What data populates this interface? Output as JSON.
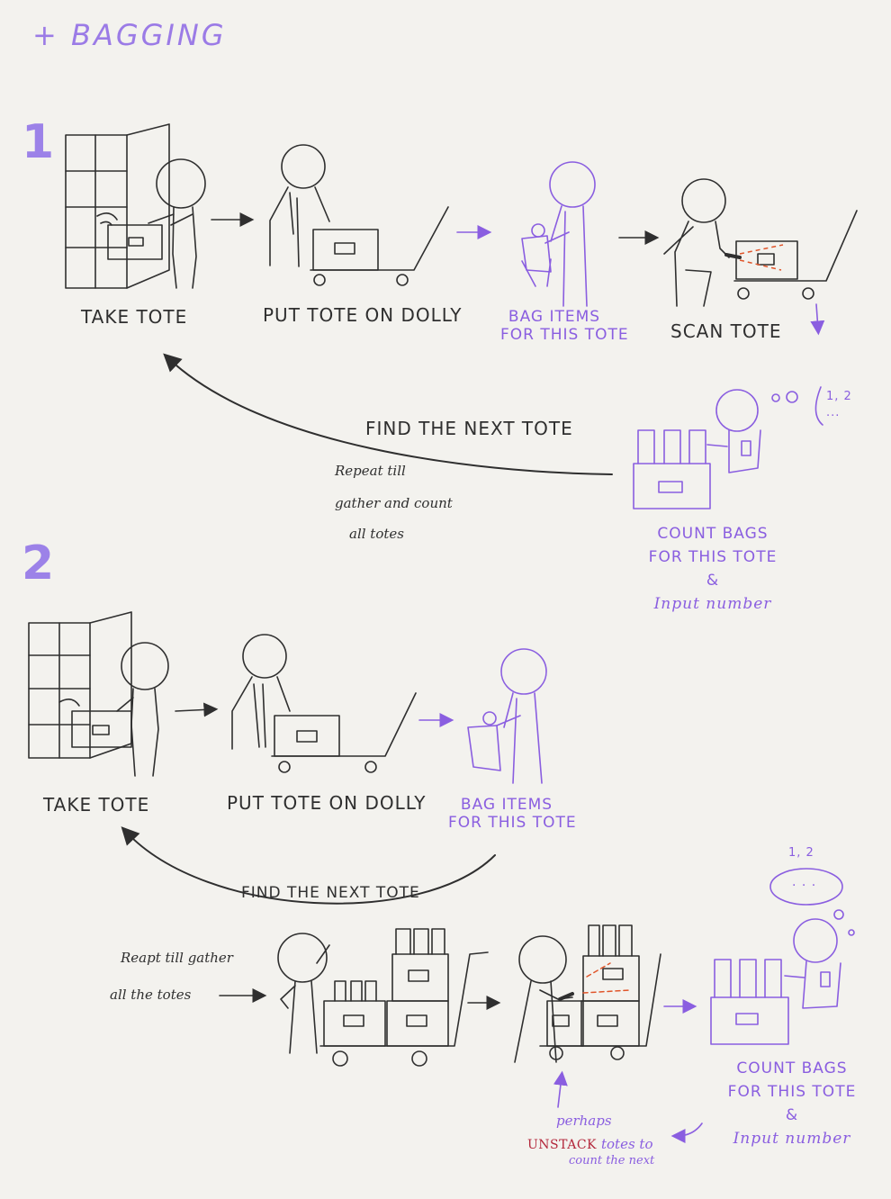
{
  "title": "+ BAGGING",
  "section1": {
    "number": "1",
    "take_tote": "TAKE TOTE",
    "put_tote": "PUT TOTE ON DOLLY",
    "bag_items_1": "BAG ITEMS",
    "bag_items_2": "FOR THIS TOTE",
    "scan_tote": "SCAN TOTE",
    "find_next": "FIND THE NEXT TOTE",
    "repeat_1": "Repeat till",
    "repeat_2": "gather and count",
    "repeat_3": "all totes",
    "count_1": "COUNT BAGS",
    "count_2": "FOR THIS TOTE",
    "count_3": "&",
    "count_4": "Input number",
    "thought": "1, 2\n..."
  },
  "section2": {
    "number": "2",
    "take_tote": "TAKE TOTE",
    "put_tote": "PUT TOTE ON DOLLY",
    "bag_items_1": "BAG ITEMS",
    "bag_items_2": "FOR THIS TOTE",
    "find_next": "FIND THE NEXT TOTE",
    "reapt_1": "Reapt till gather",
    "reapt_2": "all the totes",
    "count_1": "COUNT BAGS",
    "count_2": "FOR THIS TOTE",
    "count_3": "&",
    "count_4": "Input number",
    "perhaps": "perhaps",
    "unstack": "UNSTACK",
    "totes_to": "totes to",
    "count_next": "count the next",
    "thought_top": "1, 2",
    "thought_dots": ". . ."
  },
  "colors": {
    "ink": "#2f2f2f",
    "purple": "#8a5ee0",
    "orange": "#e0552a",
    "red": "#b3263a",
    "paper": "#f3f2ee"
  }
}
